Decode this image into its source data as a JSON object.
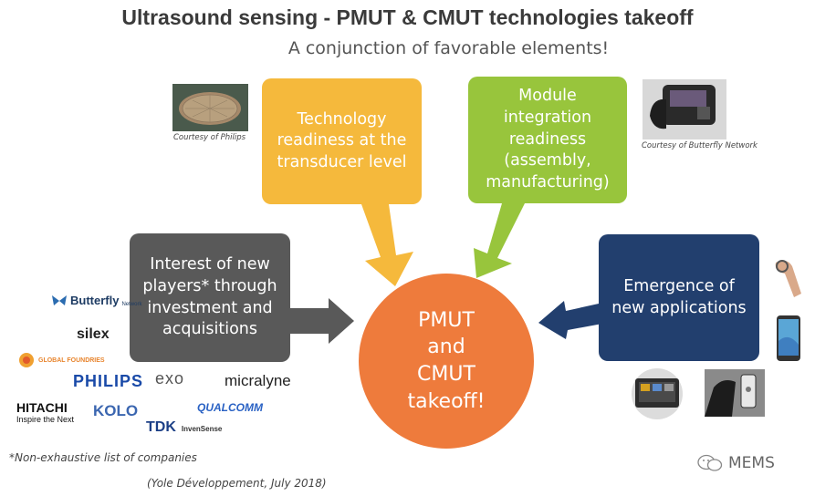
{
  "header": {
    "title": "Ultrasound sensing - PMUT & CMUT technologies takeoff",
    "subtitle": "A conjunction of favorable elements!"
  },
  "boxes": {
    "technology": "Technology\nreadiness at the\ntransducer level",
    "module": "Module\nintegration\nreadiness\n(assembly,\nmanufacturing)",
    "players": "Interest of new\nplayers* through\ninvestment and\nacquisitions",
    "applications": "Emergence of\nnew applications",
    "center": "PMUT\nand\nCMUT\ntakeoff!"
  },
  "colors": {
    "technology": "#f5b93c",
    "module": "#98c53c",
    "players": "#595959",
    "applications": "#223f6e",
    "center": "#ee7b3c"
  },
  "credits": {
    "philips": "Courtesy of Philips",
    "butterfly": "Courtesy of Butterfly Network"
  },
  "logos": {
    "butterfly": "Butterfly",
    "butterfly_sub": "Network",
    "silex": "silex",
    "globalfoundries": "GLOBAL FOUNDRIES",
    "philips": "PHILIPS",
    "exo": "exo",
    "micralyne": "micralyne",
    "hitachi": "HITACHI",
    "hitachi_tagline": "Inspire the Next",
    "kolo": "KOLO",
    "qualcomm": "QUALCOMM",
    "tdk": "TDK",
    "invensense": "InvenSense"
  },
  "footnote": "*Non-exhaustive list of companies",
  "source": "(Yole Développement, July 2018)",
  "watermark": "MEMS",
  "icons": [
    "butterfly-logo-icon",
    "globalfoundries-globe-icon",
    "wechat-icon"
  ]
}
